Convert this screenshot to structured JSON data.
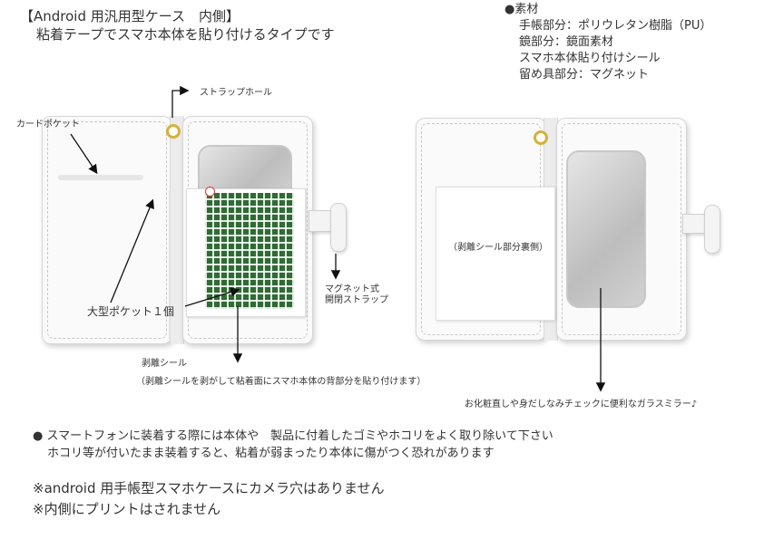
{
  "title": {
    "line1": "【Android 用汎用型ケース　内側】",
    "line2": "粘着テープでスマホ本体を貼り付けるタイプです"
  },
  "materials": {
    "header": "●素材",
    "items": [
      "手帳部分：ポリウレタン樹脂（PU）",
      "鏡部分：鏡面素材",
      "スマホ本体貼り付けシール",
      "留め具部分：マグネット"
    ]
  },
  "labels": {
    "strap_hole": "ストラップホール",
    "card_pocket": "カードポケット",
    "large_pocket": "大型ポケット１個",
    "magnet_strap_l1": "マグネット式",
    "magnet_strap_l2": "開閉ストラップ",
    "peel_seal": "剥離シール",
    "peel_seal_note": "（剥離シールを剥がして粘着面にスマホ本体の背部分を貼り付けます）",
    "seal_back": "（剥離シール部分裏側）",
    "mirror_note": "お化粧直しや身だしなみチェックに便利なガラスミラー♪"
  },
  "notes": {
    "line1": "● スマートフォンに装着する際には本体や　製品に付着したゴミやホコリをよく取り除いて下さい",
    "line2": "ホコリ等が付いたまま装着すると、粘着が弱まったり本体に傷がつく恐れがあります"
  },
  "footer": {
    "line1": "※android 用手帳型スマホケースにカメラ穴はありません",
    "line2": "※内側にプリントはされません"
  },
  "colors": {
    "accent_green": "#2f6b34",
    "ring_gold": "#d4b13a"
  }
}
